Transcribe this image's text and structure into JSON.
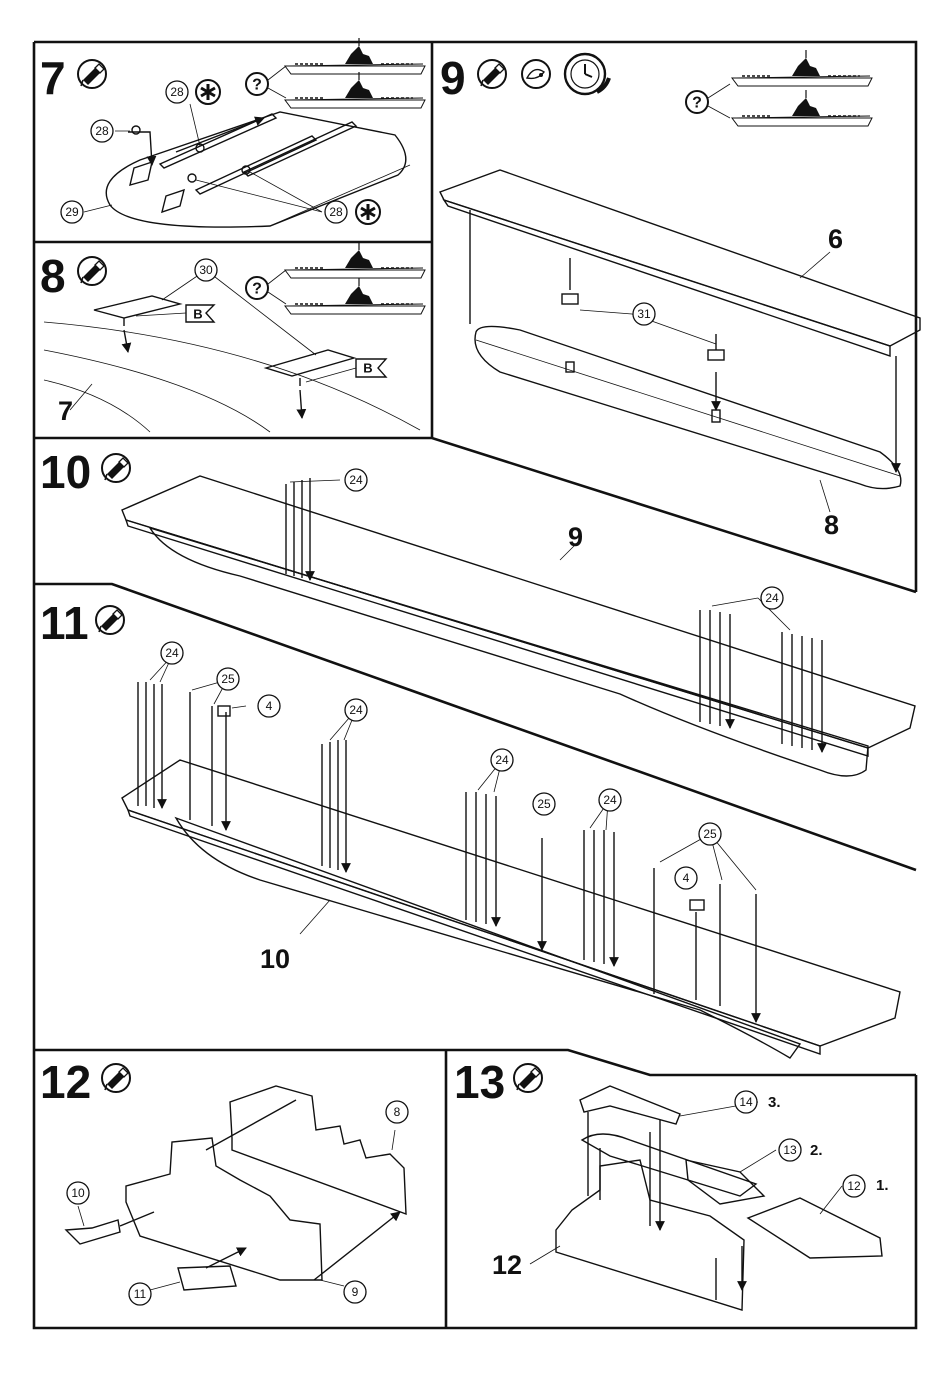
{
  "steps": [
    {
      "number": "7"
    },
    {
      "number": "8"
    },
    {
      "number": "9"
    },
    {
      "number": "10"
    },
    {
      "number": "11"
    },
    {
      "number": "12"
    },
    {
      "number": "13"
    }
  ],
  "callouts": {
    "p28a": "28",
    "p28b": "28",
    "p28c": "28",
    "p29": "29",
    "p30": "30",
    "p31": "31",
    "p24a": "24",
    "p24b": "24",
    "p24c": "24",
    "p24d": "24",
    "p24e": "24",
    "p24f": "24",
    "p25a": "25",
    "p25b": "25",
    "p25c": "25",
    "p4a": "4",
    "p4b": "4",
    "p8": "8",
    "p9": "9",
    "p10": "10",
    "p11": "11",
    "p12": "12",
    "p13": "13",
    "p14": "14"
  },
  "labels": {
    "step8_part": "7",
    "step9_deck": "6",
    "step9_hull": "8",
    "step10_ship": "9",
    "step11_ship": "10",
    "step13_base": "12",
    "order1": "1.",
    "order2": "2.",
    "order3": "3."
  },
  "flags": {
    "b1": "B",
    "b2": "B"
  },
  "question": "?",
  "icons": {
    "glue": "glue-tube-icon",
    "paint": "paint-icon",
    "clock": "drying-time-clock-icon",
    "asterisk": "optional-part-asterisk-icon",
    "question": "version-choice-question-icon"
  },
  "colors": {
    "ink": "#111111",
    "paper": "#ffffff"
  }
}
